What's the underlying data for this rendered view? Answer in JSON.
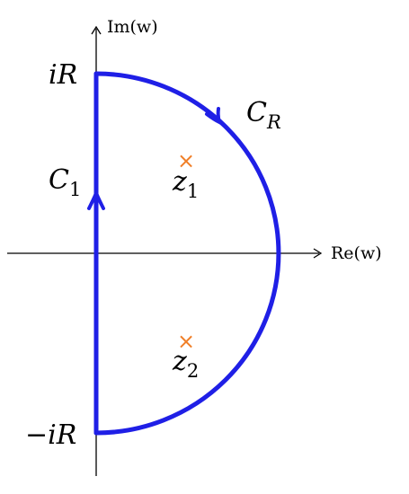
{
  "diagram": {
    "axes": {
      "imag_label": "Im(w)",
      "real_label": "Re(w)"
    },
    "labels": {
      "top": "iR",
      "bottom": "−iR",
      "arc": "C",
      "arc_sub": "R",
      "segment": "C",
      "segment_sub": "1"
    },
    "poles": [
      {
        "name": "z",
        "sub": "1",
        "marker": "×"
      },
      {
        "name": "z",
        "sub": "2",
        "marker": "×"
      }
    ],
    "colors": {
      "contour": "#1f1fe6",
      "pole": "#f07f28",
      "axis": "#000000"
    }
  }
}
